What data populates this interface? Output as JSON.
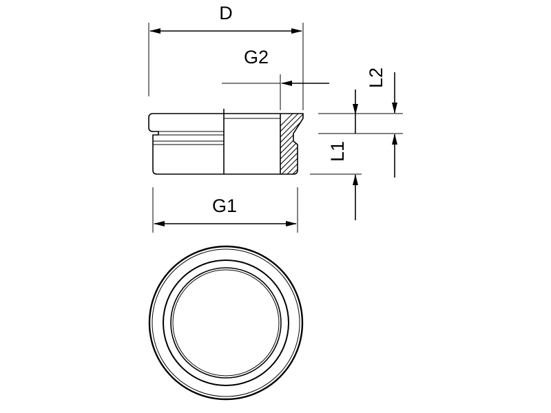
{
  "labels": {
    "D": "D",
    "G2": "G2",
    "G1": "G1",
    "L1": "L1",
    "L2": "L2"
  },
  "colors": {
    "line": "#000000",
    "background": "#ffffff"
  }
}
